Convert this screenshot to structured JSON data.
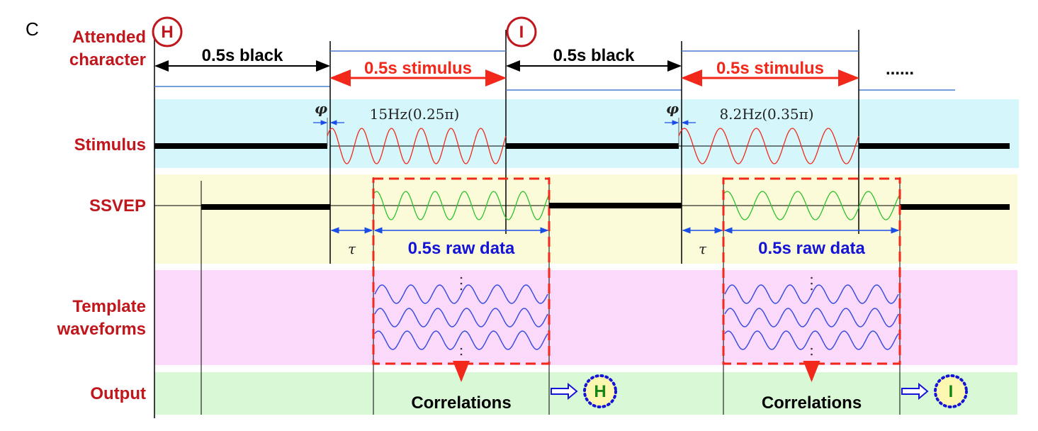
{
  "panel_letter": "C",
  "rows": {
    "attended": [
      "Attended",
      "character"
    ],
    "stimulus": "Stimulus",
    "ssvep": "SSVEP",
    "template": [
      "Template",
      "waveforms"
    ],
    "output": "Output"
  },
  "trials": [
    {
      "character": "H",
      "black_label": "0.5s black",
      "stimulus_label": "0.5s stimulus",
      "phase_symbol": "φ",
      "freq_label": "15Hz(0.25π)",
      "cycles": 6,
      "tau": "τ",
      "raw_label": "0.5s raw data",
      "corr_label": "Correlations",
      "result": "H"
    },
    {
      "character": "I",
      "black_label": "0.5s black",
      "stimulus_label": "0.5s stimulus",
      "phase_symbol": "φ",
      "freq_label": "8.2Hz(0.35π)",
      "cycles": 5,
      "tau": "τ",
      "raw_label": "0.5s raw data",
      "corr_label": "Correlations",
      "result": "I"
    }
  ],
  "ellipsis": "......",
  "colors": {
    "cyan": "#d5f7fb",
    "yellow": "#fbfad9",
    "pink": "#fbd9fb",
    "green": "#d9f9d6",
    "red": "#f2281a",
    "darkred": "#c0161c",
    "blue": "#1414d6"
  }
}
